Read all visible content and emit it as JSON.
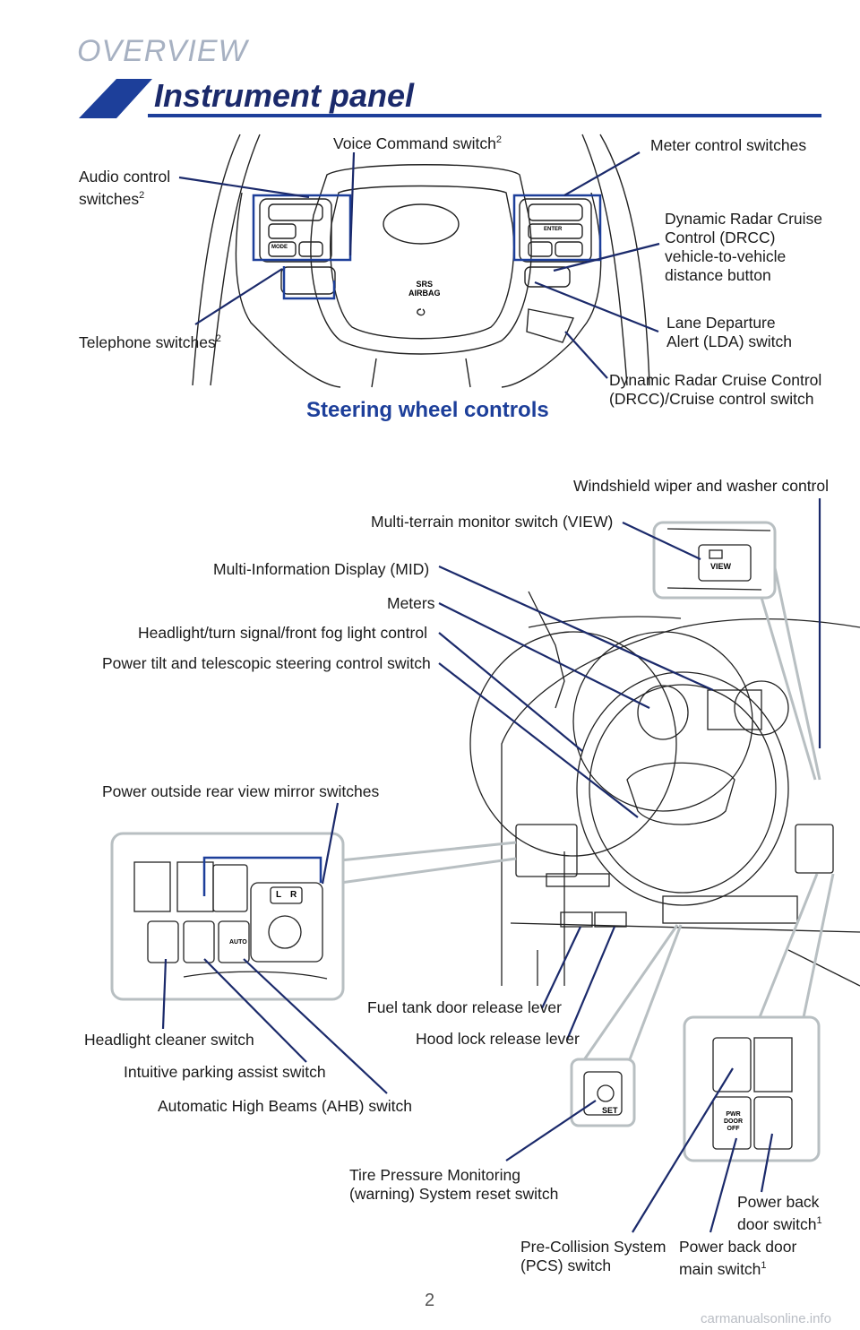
{
  "header": {
    "section": "OVERVIEW",
    "title": "Instrument panel"
  },
  "steering": {
    "caption": "Steering wheel controls",
    "airbag_text": "SRS\nAIRBAG",
    "labels": {
      "voice_command": "Voice Command switch",
      "voice_command_sup": "2",
      "meter_control": "Meter control switches",
      "audio_control": "Audio control\nswitches",
      "audio_control_sup": "2",
      "drcc_distance": "Dynamic Radar Cruise\nControl (DRCC)\nvehicle-to-vehicle\ndistance button",
      "lda": "Lane Departure\nAlert (LDA) switch",
      "telephone": "Telephone switches",
      "telephone_sup": "2",
      "drcc_cruise": "Dynamic Radar Cruise Control\n(DRCC)/Cruise control switch"
    }
  },
  "dash": {
    "labels": {
      "wiper": "Windshield wiper and washer control",
      "multi_terrain": "Multi-terrain monitor switch (VIEW)",
      "mid": "Multi-Information Display (MID)",
      "meters": "Meters",
      "headlight_turn": "Headlight/turn signal/front fog light control",
      "power_tilt": "Power tilt and telescopic steering control switch",
      "mirror": "Power outside rear view mirror switches",
      "fuel_door": "Fuel tank door release lever",
      "hood": "Hood lock release lever",
      "headlight_cleaner": "Headlight cleaner switch",
      "parking_assist": "Intuitive parking assist switch",
      "ahb": "Automatic High Beams (AHB) switch",
      "tpms": "Tire Pressure Monitoring\n(warning) System reset switch",
      "power_back_door": "Power back\ndoor switch",
      "power_back_door_sup": "1",
      "pcs": "Pre-Collision System\n(PCS) switch",
      "power_back_main": "Power back door\nmain switch",
      "power_back_main_sup": "1"
    },
    "button_text": {
      "view": "VIEW",
      "set": "SET",
      "pwr_door_off": "PWR\nDOOR\nOFF",
      "auto": "AUTO",
      "l": "L",
      "r": "R",
      "mode": "MODE",
      "enter": "ENTER"
    }
  },
  "footer": {
    "page_number": "2",
    "watermark": "carmanualsonline.info"
  },
  "colors": {
    "accent_blue": "#1d3f9a",
    "leader_line": "#1b2a6b",
    "zoom_gray": "#b8bfc2"
  }
}
